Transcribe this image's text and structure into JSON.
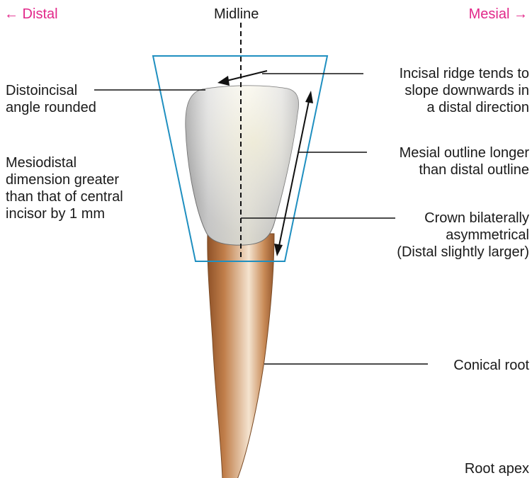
{
  "header": {
    "left_direction": "← Distal",
    "right_direction": "Mesial →",
    "center": "Midline"
  },
  "labels": {
    "distoincisal": "Distoincisal\nangle rounded",
    "mesiodistal": "Mesiodistal\ndimension greater\nthan that of central\nincisor by 1 mm",
    "incisal_ridge": "Incisal ridge tends to\nslope downwards in\na distal direction",
    "mesial_outline": "Mesial outline longer\nthan distal outline",
    "crown": "Crown bilaterally\nasymmetrical\n(Distal slightly larger)",
    "conical_root": "Conical root",
    "root_apex": "Root apex"
  },
  "colors": {
    "direction_text": "#e2288a",
    "outline_box": "#1f8fc0",
    "root": "#a8683a",
    "crown": "#dcdcdc",
    "line": "#111111"
  }
}
